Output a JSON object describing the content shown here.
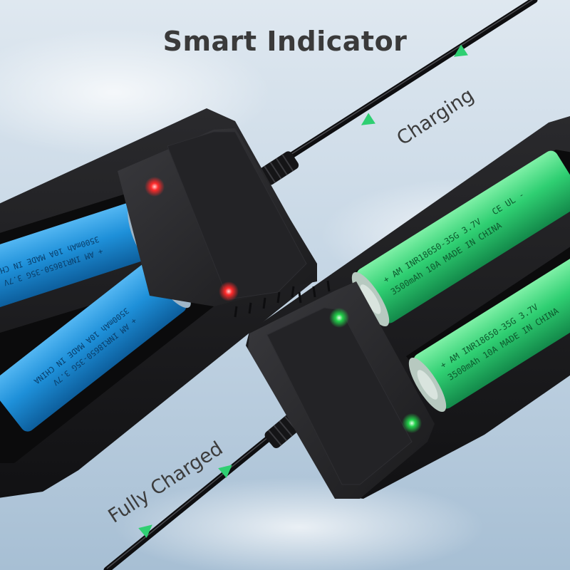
{
  "headline": "Smart Indicator",
  "labels": {
    "charging": "Charging",
    "fully_charged": "Fully Charged"
  },
  "battery_print": {
    "line1": "+ AM INR18650-35G 3.7V",
    "line2": "3500mAh 10A MADE IN CHINA",
    "logos": "CE  UL  -"
  },
  "colors": {
    "sky_top": "#cfdde9",
    "sky_bottom": "#a9c2d8",
    "charger_body": "#1c1c1e",
    "battery_charging": "#1e90d9",
    "battery_full": "#2fcf72",
    "led_charging": "#ff2a2a",
    "led_full": "#22d14a",
    "arrow": "#2fcf72"
  },
  "indicators": [
    {
      "charger": "left",
      "status": "charging",
      "led": "red"
    },
    {
      "charger": "right",
      "status": "fully-charged",
      "led": "green"
    }
  ]
}
